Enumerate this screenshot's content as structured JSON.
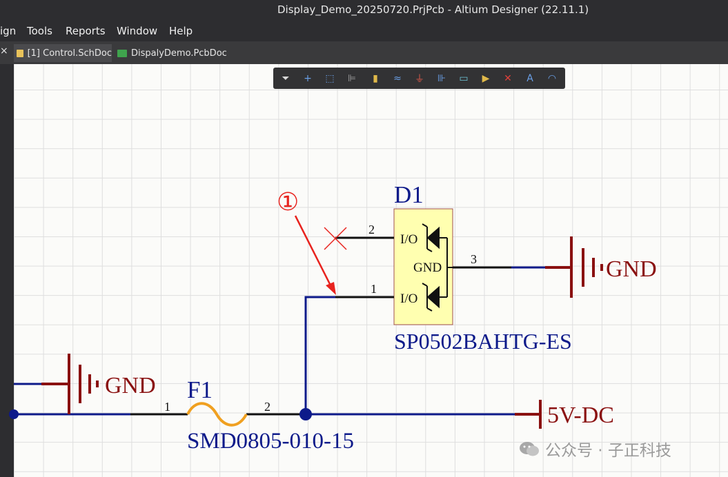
{
  "window": {
    "title": "Display_Demo_20250720.PrjPcb - Altium Designer (22.11.1)"
  },
  "menu": {
    "items": [
      "ign",
      "Tools",
      "Reports",
      "Window",
      "Help"
    ]
  },
  "tabs": [
    {
      "label": "[1] Control.SchDoc",
      "active": true,
      "icon": "schematic-doc-icon",
      "icon_color": "#e8c25a"
    },
    {
      "label": "DispalyDemo.PcbDoc",
      "active": false,
      "icon": "pcb-doc-icon",
      "icon_color": "#3fa34d"
    }
  ],
  "tab_close_glyph": "×",
  "toolbar": {
    "tools": [
      {
        "icon": "filter-icon",
        "glyph": "⏷",
        "color": "#d8d8d8"
      },
      {
        "icon": "move-cross-icon",
        "glyph": "+",
        "color": "#6aa0e8"
      },
      {
        "icon": "select-rect-icon",
        "glyph": "⬚",
        "color": "#6aa0e8"
      },
      {
        "icon": "align-icon",
        "glyph": "⊫",
        "color": "#9a9a9a"
      },
      {
        "icon": "place-part-icon",
        "glyph": "▮",
        "color": "#e0b94a"
      },
      {
        "icon": "bus-icon",
        "glyph": "≈",
        "color": "#6aa0e8"
      },
      {
        "icon": "power-port-icon",
        "glyph": "⏚",
        "color": "#e05a4a"
      },
      {
        "icon": "harness-icon",
        "glyph": "⊪",
        "color": "#6aa0e8"
      },
      {
        "icon": "sheet-symbol-icon",
        "glyph": "▭",
        "color": "#6ec6d8"
      },
      {
        "icon": "port-icon",
        "glyph": "▶",
        "color": "#e0b94a"
      },
      {
        "icon": "no-erc-icon",
        "glyph": "✕",
        "color": "#e0403a"
      },
      {
        "icon": "text-icon",
        "glyph": "A",
        "color": "#6aa0e8"
      },
      {
        "icon": "arc-icon",
        "glyph": "◠",
        "color": "#6aa0e8"
      }
    ]
  },
  "schematic": {
    "colors": {
      "wire": "#0d1a8a",
      "pin": "#111111",
      "power": "#8a1010",
      "designator": "#0d1a8a",
      "component_fill": "#ffffb0",
      "component_border": "#a05050",
      "annotation": "#e8231e",
      "fuse": "#f0a020"
    },
    "annotation_marker": "①",
    "d1": {
      "designator": "D1",
      "comment": "SP0502BAHTG-ES",
      "pins": [
        {
          "number": "2",
          "name": "I/O"
        },
        {
          "number": "1",
          "name": "I/O"
        },
        {
          "number": "3",
          "name": "GND"
        }
      ]
    },
    "f1": {
      "designator": "F1",
      "comment": "SMD0805-010-15",
      "pins": [
        {
          "number": "1"
        },
        {
          "number": "2"
        }
      ]
    },
    "power_ports": {
      "gnd_right": "GND",
      "gnd_left": "GND",
      "vcc": "5V-DC"
    }
  },
  "watermark": {
    "text": "公众号 · 子正科技",
    "icon": "wechat-icon"
  }
}
